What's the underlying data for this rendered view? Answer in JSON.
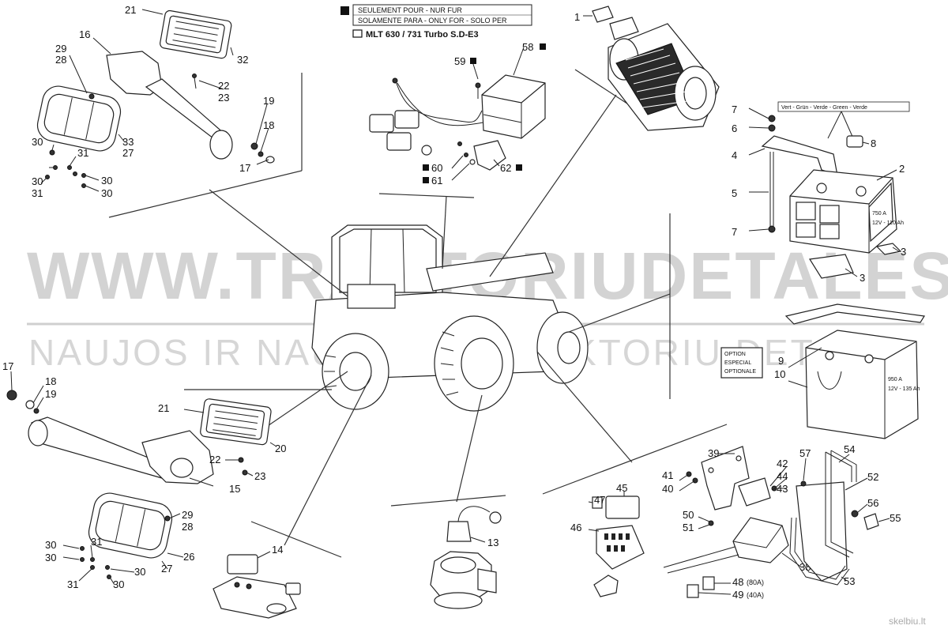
{
  "header": {
    "solo_legend": "SEULEMENT POUR - NUR FUR",
    "solo_legend2": "SOLAMENTE PARA - ONLY FOR - SOLO PER",
    "model": "MLT 630 / 731 Turbo S.D-E3"
  },
  "battery_legend": "Vert - Grün - Verde - Green - Verde",
  "battery_label_top": "750 A",
  "battery_label_top2": "12V - 110 Ah",
  "battery_label_bottom": "950 A",
  "battery_label_bottom2": "12V - 135 Ah",
  "option_box": [
    "OPTION",
    "ESPECIAL",
    "OPTIONALE"
  ],
  "fuse_notes": {
    "f48": "(80A)",
    "f49": "(40A)"
  },
  "watermark": {
    "line1": "WWW.TRAKTORIUDETALES.LT",
    "line2": "NAUJOS IR NAUDOTOS TRAKTORIU DETALES"
  },
  "corner_mark": "skelbiu.lt",
  "callouts": {
    "c1": "1",
    "c2": "2",
    "c3a": "3",
    "c3b": "3",
    "c4": "4",
    "c5": "5",
    "c6": "6",
    "c7a": "7",
    "c7b": "7",
    "c8": "8",
    "c9": "9",
    "c10": "10",
    "c13": "13",
    "c14": "14",
    "c15": "15",
    "c16": "16",
    "c17a": "17",
    "c17b": "17",
    "c18a": "18",
    "c18b": "18",
    "c19a": "19",
    "c19b": "19",
    "c20": "20",
    "c21a": "21",
    "c21b": "21",
    "c22a": "22",
    "c22b": "22",
    "c23a": "23",
    "c23b": "23",
    "c26": "26",
    "c27a": "27",
    "c27b": "27",
    "c28a": "28",
    "c28b": "28",
    "c29a": "29",
    "c29b": "29",
    "c30a": "30",
    "c30b": "30",
    "c30c": "30",
    "c30d": "30",
    "c30e": "30",
    "c30f": "30",
    "c30g": "30",
    "c30h": "30",
    "c31a": "31",
    "c31b": "31",
    "c31c": "31",
    "c31d": "31",
    "c32": "32",
    "c33": "33",
    "c38": "38",
    "c39": "39",
    "c40": "40",
    "c41": "41",
    "c42": "42",
    "c43": "43",
    "c44": "44",
    "c45": "45",
    "c46": "46",
    "c47": "47",
    "c48": "48",
    "c49": "49",
    "c50": "50",
    "c51": "51",
    "c52": "52",
    "c53": "53",
    "c54": "54",
    "c55": "55",
    "c56": "56",
    "c57": "57",
    "c58": "58",
    "c59": "59",
    "c60": "60",
    "c61": "61",
    "c62": "62"
  }
}
